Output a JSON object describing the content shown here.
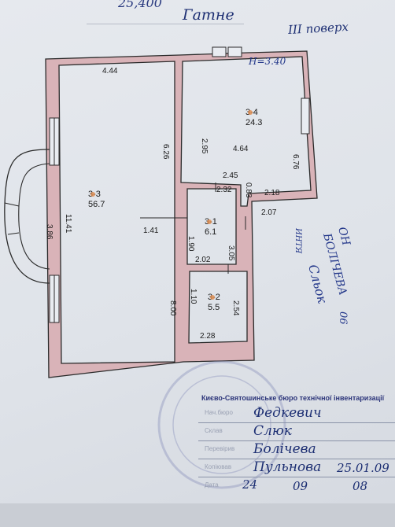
{
  "header": {
    "top_text": "25,400",
    "village": "Гатне",
    "floor": "III поверх"
  },
  "rooms": [
    {
      "id": "3-3",
      "area": "56.7"
    },
    {
      "id": "3-4",
      "area": "24.3"
    },
    {
      "id": "3-1",
      "area": "6.1"
    },
    {
      "id": "3-2",
      "area": "5.5"
    }
  ],
  "height_label": "Н=3.40",
  "dimensions": {
    "top_main": "4.44",
    "main_left_outer": "3.86",
    "main_left_inner": "11.41",
    "main_right_upper": "6.26",
    "main_right_lower": "8.00",
    "passage": "1.41",
    "r4_inner_h": "2.95",
    "r4_width": "4.64",
    "r4_right": "6.76",
    "r4_bottom": "2.45",
    "r4_step": "2.18",
    "r1_top": "2.32",
    "r1_small": "0.83",
    "step_right": "2.07",
    "r1_left": "1.90",
    "r1_bottom": "2.02",
    "r1_right": "3.05",
    "r2_left": "1.10",
    "r2_right": "2.54",
    "r2_bottom": "2.28"
  },
  "side_notes": [
    "Сльок",
    "БОЛІЧЕВА",
    "ОН",
    "ИНТЯ",
    "06"
  ],
  "stamp": {
    "org": "Києво-Святошинське бюро технічної інвентаризації",
    "rows": [
      {
        "caption": "Нач.бюро",
        "value": "Федкевич"
      },
      {
        "caption": "Склав",
        "value": "Слюк"
      },
      {
        "caption": "Перевірив",
        "value": "Болічева"
      },
      {
        "caption": "Копіював",
        "value": "Пульнова",
        "date": "25.01.09"
      },
      {
        "caption": "Дата",
        "value": "24",
        "month": "09",
        "year": "08"
      }
    ]
  },
  "colors": {
    "wall_fill": "#d9b3b8",
    "wall_line": "#2a2a2a",
    "ink_blue": "#23378a",
    "stamp_violet": "#7d84b5"
  }
}
